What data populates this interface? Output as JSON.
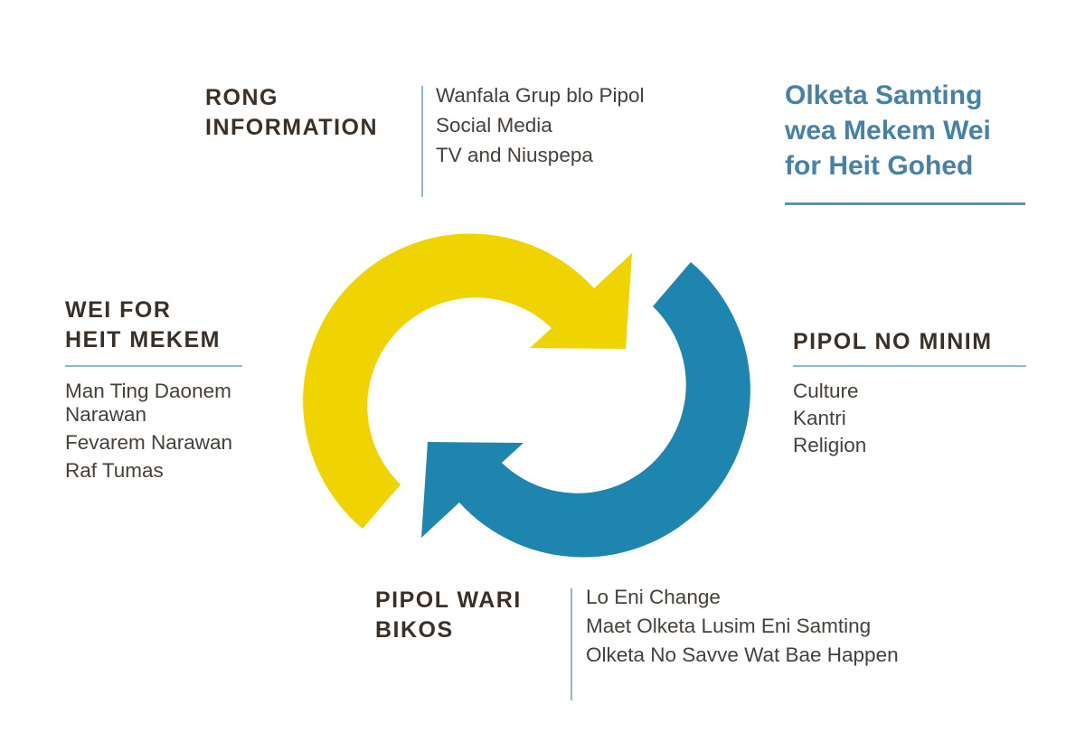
{
  "title": {
    "text": "Olketa Samting\nwea Mekem Wei\nfor Heit Gohed",
    "color": "#4681A7"
  },
  "sections": {
    "top": {
      "heading": "RONG\nINFORMATION",
      "items": [
        "Wanfala Grup blo Pipol",
        "Social Media",
        "TV and Niuspepa"
      ]
    },
    "left": {
      "heading": "WEI FOR\nHEIT MEKEM",
      "items": [
        "Man Ting Daonem Narawan",
        "Fevarem Narawan",
        "Raf Tumas"
      ]
    },
    "right": {
      "heading": "PIPOL NO MINIM",
      "items": [
        "Culture",
        "Kantri",
        "Religion"
      ]
    },
    "bottom": {
      "heading": "PIPOL WARI\nBIKOS",
      "items": [
        "Lo Eni Change",
        "Maet Olketa Lusim Eni Samting",
        "Olketa No Savve Wat Bae Happen"
      ]
    }
  },
  "colors": {
    "background": "#FFFFFF",
    "heading_text": "#3B3027",
    "body_text": "#473F39",
    "title_blue": "#4681A7",
    "arrow_yellow": "#EFD402",
    "arrow_blue": "#1E86AE",
    "separator_light": "#8FBACD",
    "separator_title": "#5E93A8"
  },
  "icons": {
    "cycle": "two interlocking circular arrows forming a continuous cycle"
  }
}
